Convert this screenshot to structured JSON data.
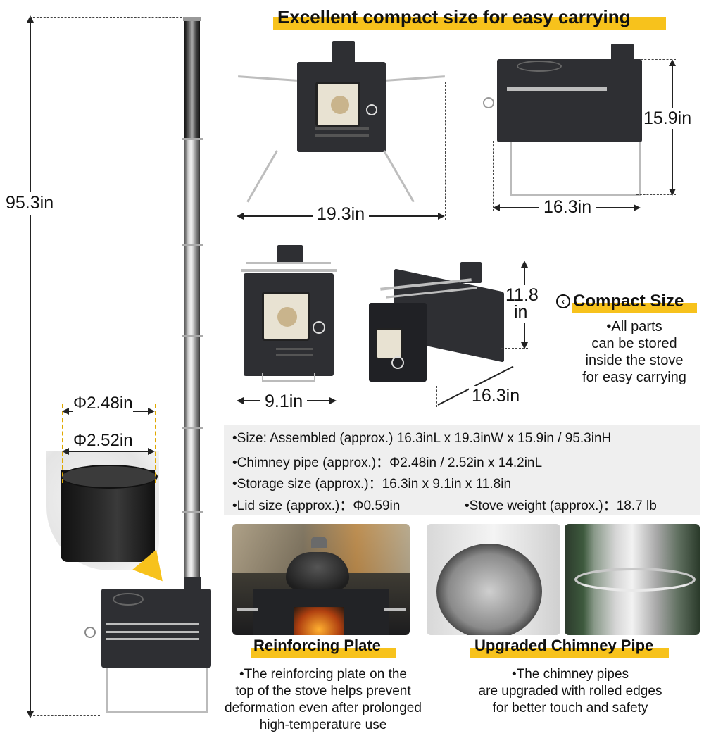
{
  "header": {
    "title": "Excellent compact size for easy carrying"
  },
  "dimensions": {
    "total_height": "95.3in",
    "width_front": "19.3in",
    "length_side": "16.3in",
    "height_side": "15.9in",
    "stored_width": "9.1in",
    "stored_height_line1": "11.8",
    "stored_height_line2": "in",
    "stored_length": "16.3in",
    "pipe_inner": "Φ2.48in",
    "pipe_outer": "Φ2.52in"
  },
  "compact": {
    "title": "Compact Size",
    "lines": [
      "•All parts",
      "can be stored",
      "inside the stove",
      "for easy carrying"
    ]
  },
  "specs": {
    "size": "•Size: Assembled (approx.) 16.3inL x 19.3inW x 15.9in / 95.3inH",
    "chimney": "•Chimney pipe (approx.)：Φ2.48in / 2.52in x 14.2inL",
    "storage": "•Storage size (approx.)：16.3in x 9.1in x 11.8in",
    "lid": "•Lid size (approx.)：Φ0.59in",
    "weight": "•Stove weight (approx.)：18.7 lb"
  },
  "features": [
    {
      "title": "Reinforcing Plate",
      "lines": [
        "•The reinforcing plate on the",
        "top of the stove helps prevent",
        "deformation even after prolonged",
        "high-temperature use"
      ]
    },
    {
      "title": "Upgraded Chimney Pipe",
      "lines": [
        "•The chimney pipes",
        "are upgraded with rolled edges",
        "for better touch and safety"
      ]
    }
  ],
  "colors": {
    "highlight": "#f7c21c",
    "stove": "#2e2f33",
    "spec_bg": "#efefef"
  },
  "icons": {
    "compact": "chevron-left-circle-icon"
  }
}
